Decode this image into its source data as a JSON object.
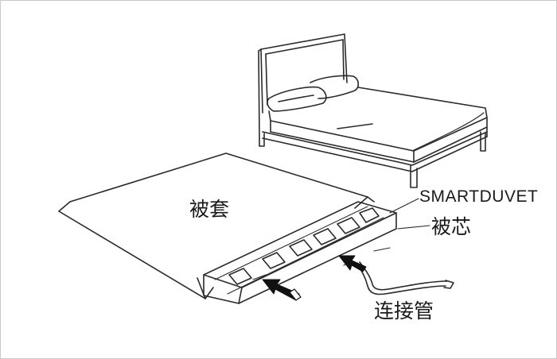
{
  "labels": {
    "duvet_cover": "被套",
    "brand": "SMARTDUVET",
    "duvet_insert": "被芯",
    "connecting_tube": "连接管"
  },
  "colors": {
    "line": "#2a2a2a",
    "arrow": "#111111",
    "frame": "#c9c9c9"
  }
}
